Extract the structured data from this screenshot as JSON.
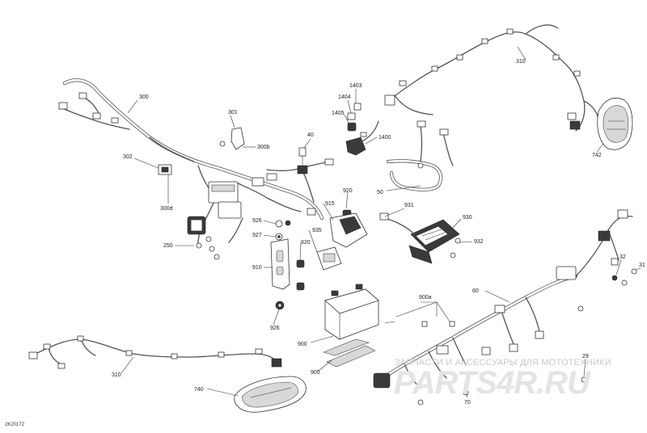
{
  "diagram": {
    "code": "2K20172",
    "watermark": {
      "line": "ЗАПЧАСТИ И АКСЕССУАРЫ ДЛЯ МОТОТЕХНИКИ",
      "logo": "PARTS4R.RU"
    },
    "callouts": {
      "c300": "300",
      "c301": "301",
      "c300b": "300b",
      "c302": "302",
      "c300d": "300d",
      "c250": "250",
      "c40": "40",
      "c1403": "1403",
      "c1404": "1404",
      "c1405": "1405",
      "c1400": "1400",
      "c50": "50",
      "c310_top": "310",
      "c742": "742",
      "c920_top": "920",
      "c926_top": "926",
      "c927": "927",
      "c915": "915",
      "c935": "935",
      "c920_mid": "920",
      "c910": "910",
      "c926_bottom": "926",
      "c931": "931",
      "c930": "930",
      "c932": "932",
      "c900": "900",
      "c900a": "900a",
      "c905": "905",
      "c60": "60",
      "c32": "32",
      "c31": "31",
      "c29": "29",
      "c70": "70",
      "c310_bottom": "310",
      "c740": "740"
    }
  }
}
